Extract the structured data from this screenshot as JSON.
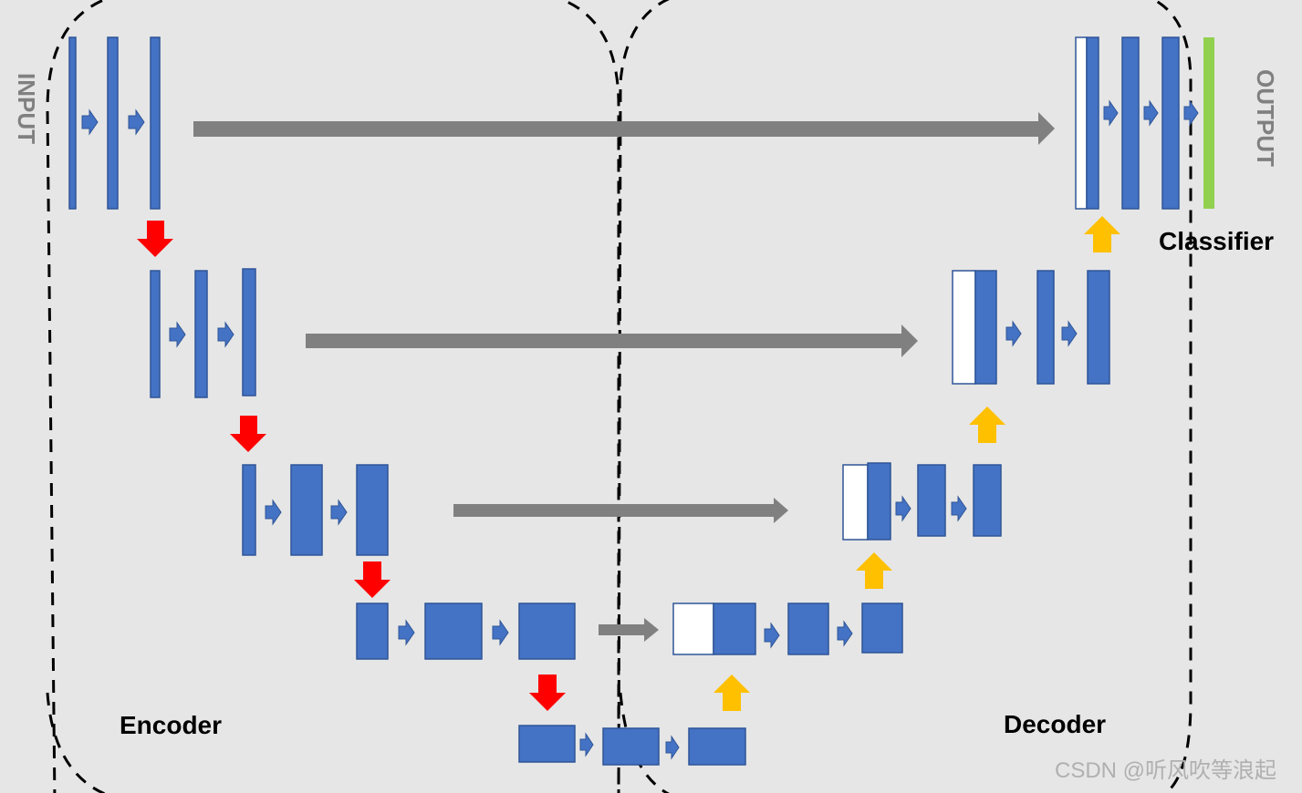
{
  "labels": {
    "input": "INPUT",
    "output": "OUTPUT",
    "encoder": "Encoder",
    "decoder": "Decoder",
    "classifier": "Classifier",
    "watermark": "CSDN @听风吹等浪起"
  },
  "colors": {
    "background": "#e6e6e6",
    "feature_map": "#4472c4",
    "feature_map_border": "#2f5597",
    "concat_white": "#ffffff",
    "skip_arrow": "#808080",
    "downsample_arrow": "#ff0000",
    "upsample_arrow": "#ffc000",
    "classifier_bar": "#92d050",
    "dashed_boundary": "#000000",
    "watermark": "#b0b0b0"
  },
  "icons": {
    "conv_arrow": "right-chevron-arrow",
    "downsample": "down-arrow",
    "upsample": "up-arrow",
    "skip": "long-right-arrow"
  }
}
